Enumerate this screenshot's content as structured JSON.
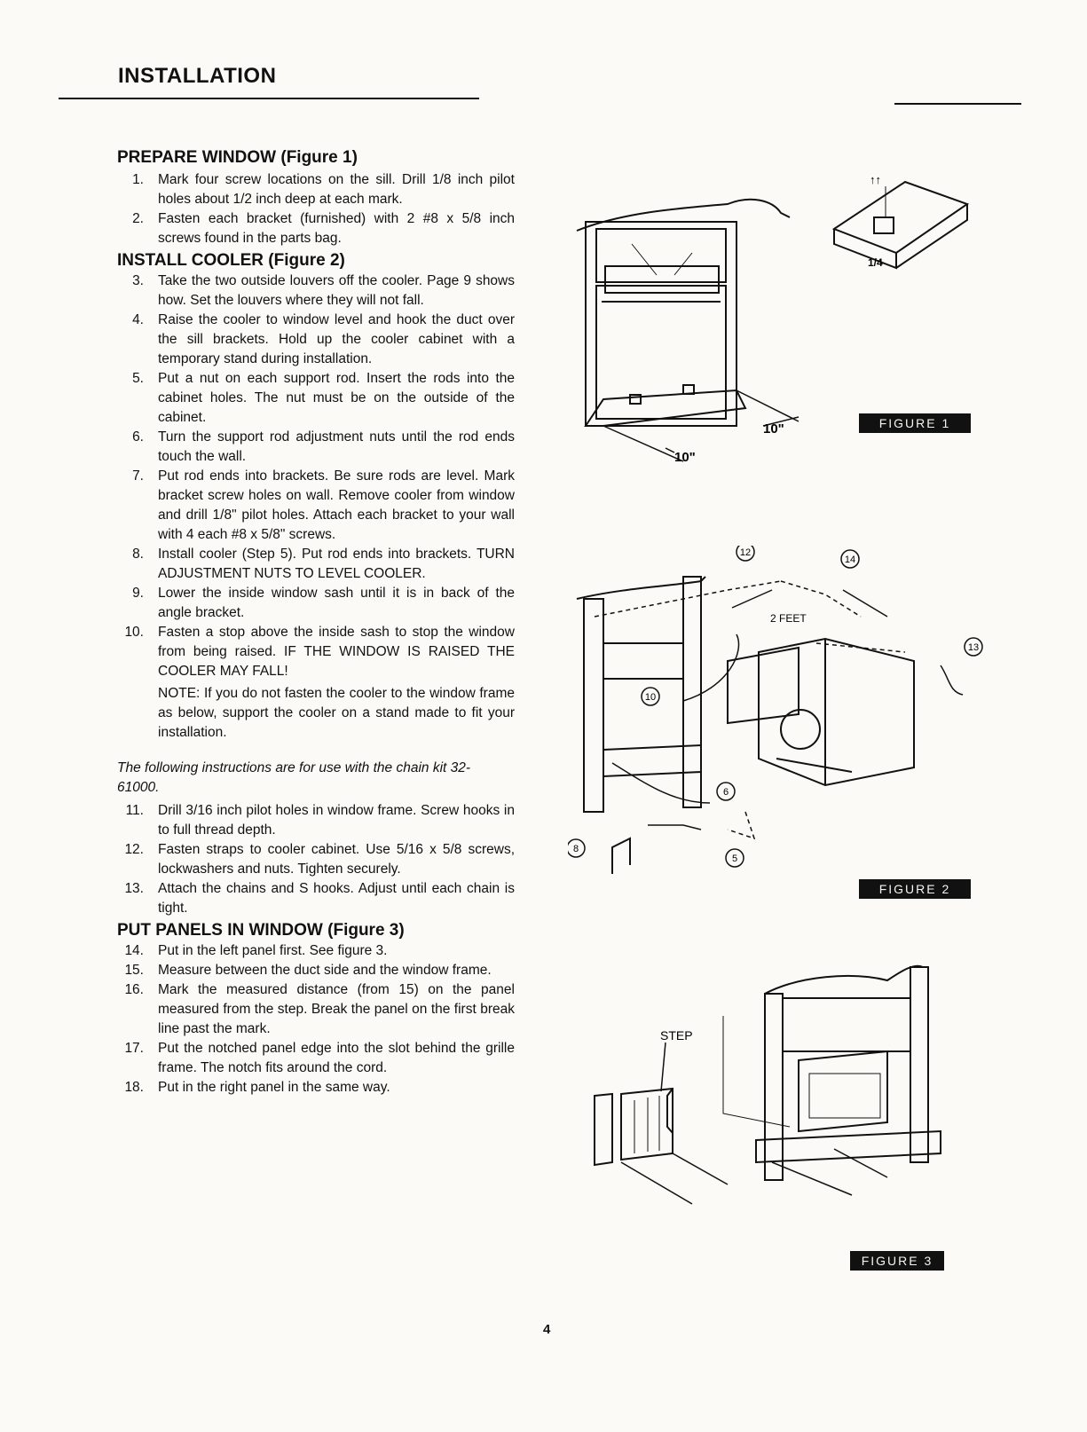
{
  "header": "INSTALLATION",
  "sections": [
    {
      "title": "PREPARE WINDOW (Figure 1)",
      "steps": [
        {
          "num": "1.",
          "text": "Mark four screw locations on the sill. Drill 1/8 inch pilot holes about 1/2 inch deep at each mark."
        },
        {
          "num": "2.",
          "text": "Fasten each bracket (furnished) with 2 #8 x 5/8 inch screws found in the parts bag."
        }
      ]
    },
    {
      "title": "INSTALL COOLER (Figure 2)",
      "steps": [
        {
          "num": "3.",
          "text": "Take the two outside louvers off the cooler. Page 9 shows how. Set the louvers where they will not fall."
        },
        {
          "num": "4.",
          "text": "Raise the cooler to window level and hook the duct over the sill brackets. Hold up the cooler cabinet with a temporary stand during installation."
        },
        {
          "num": "5.",
          "text": "Put a nut on each support rod. Insert the rods into the cabinet holes. The nut must be on the outside of the cabinet."
        },
        {
          "num": "6.",
          "text": "Turn the support rod adjustment nuts until the rod ends touch the wall."
        },
        {
          "num": "7.",
          "text": "Put rod ends into brackets. Be sure rods are level. Mark bracket screw holes on wall. Remove cooler from window and drill 1/8\" pilot holes. Attach each bracket to your wall with 4 each #8 x 5/8\" screws."
        },
        {
          "num": "8.",
          "text": "Install cooler (Step 5). Put rod ends into brackets. TURN ADJUSTMENT NUTS TO LEVEL COOLER."
        },
        {
          "num": "9.",
          "text": "Lower the inside window sash until it is in back of the angle bracket."
        },
        {
          "num": "10.",
          "text": "Fasten a stop above the inside sash to stop the window from being raised. IF THE WINDOW IS RAISED THE COOLER MAY FALL!"
        }
      ],
      "note": "NOTE: If you do not fasten the cooler to the window frame as below, support the cooler on a stand made to fit your installation."
    },
    {
      "intro": "The following instructions are for use with the chain kit 32-61000.",
      "steps": [
        {
          "num": "11.",
          "text": "Drill 3/16 inch pilot holes in window frame. Screw hooks in to full thread depth."
        },
        {
          "num": "12.",
          "text": "Fasten straps to cooler cabinet. Use 5/16 x 5/8 screws, lockwashers and nuts. Tighten securely."
        },
        {
          "num": "13.",
          "text": "Attach the chains and S hooks. Adjust until each chain is tight."
        }
      ]
    },
    {
      "title": "PUT PANELS IN WINDOW (Figure 3)",
      "steps": [
        {
          "num": "14.",
          "text": "Put in the left panel first. See figure 3."
        },
        {
          "num": "15.",
          "text": "Measure between the duct side and the window frame."
        },
        {
          "num": "16.",
          "text": "Mark the measured distance (from 15) on the panel measured from the step. Break the panel on the first break line past the mark."
        },
        {
          "num": "17.",
          "text": "Put the notched panel edge into the slot behind the grille frame. The notch fits around the cord."
        },
        {
          "num": "18.",
          "text": "Put in the right panel in the same way."
        }
      ]
    }
  ],
  "figures": {
    "fig1": {
      "label": "FIGURE 1",
      "dim_a": "10\"",
      "dim_b": "10\"",
      "dim_c": "1/4"
    },
    "fig2": {
      "label": "FIGURE 2",
      "distance": "2 FEET",
      "callouts": [
        "12",
        "14",
        "13",
        "10",
        "6",
        "8",
        "5"
      ]
    },
    "fig3": {
      "label": "FIGURE 3",
      "step": "STEP"
    }
  },
  "page_number": "4"
}
